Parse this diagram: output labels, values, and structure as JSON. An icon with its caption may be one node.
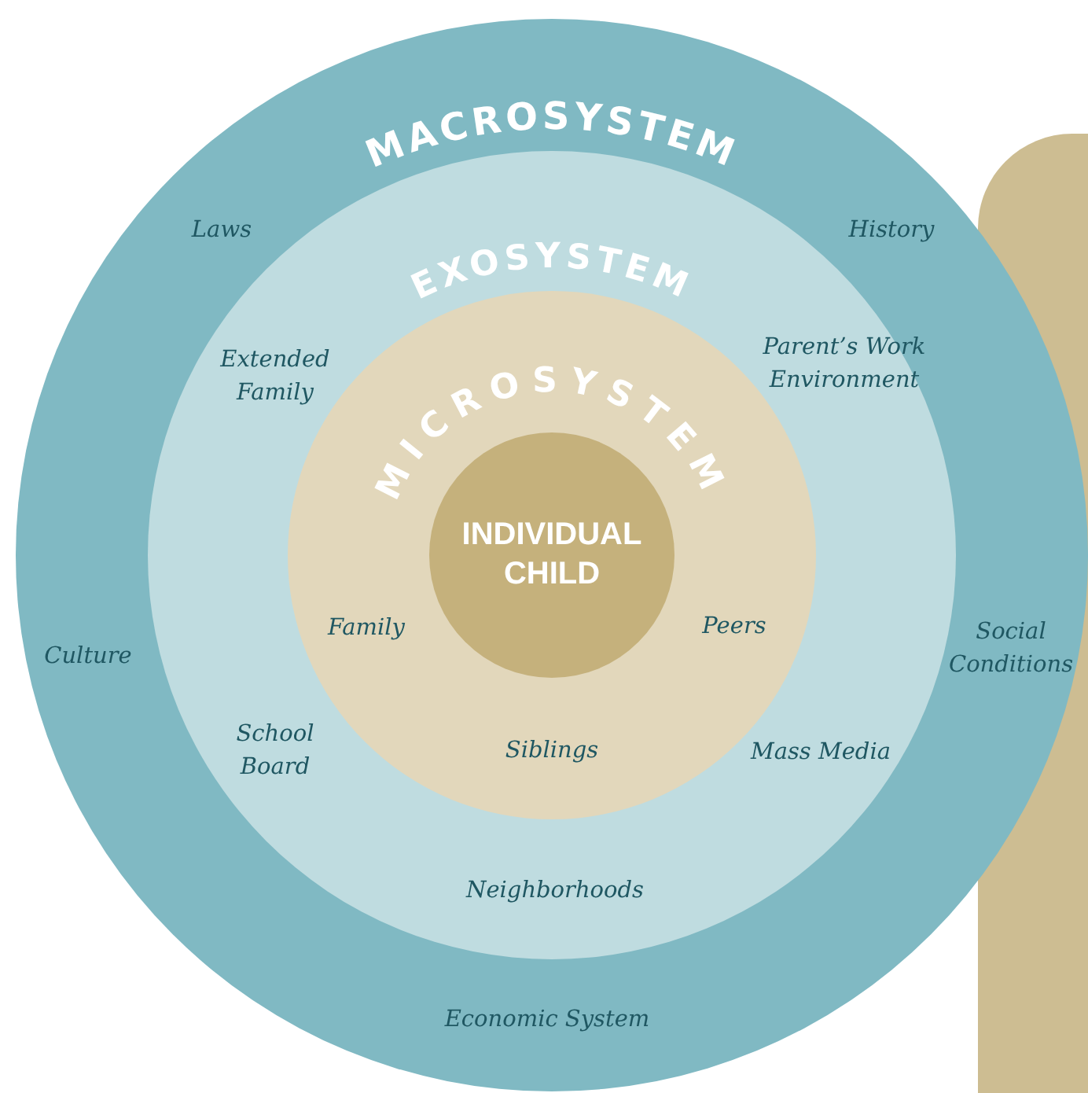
{
  "diagram": {
    "nodes": [
      {
        "text": [
          "MACROSYSTEM"
        ]
      },
      {
        "text": [
          "EXOSYSTEM"
        ],
        "in": 0
      },
      {
        "text": [
          "MICROSYSTEM"
        ],
        "in": 1
      },
      {
        "text": [
          "INDIVIDUAL CHILD"
        ],
        "in": 2
      }
    ],
    "labels": [
      "Laws",
      "History",
      "Extended Family",
      "Parent’s Work Environment",
      "Culture",
      "Social Conditions",
      "Family",
      "Peers",
      "School Board",
      "Siblings",
      "Mass Media",
      "Neighborhoods",
      "Economic System"
    ]
  }
}
